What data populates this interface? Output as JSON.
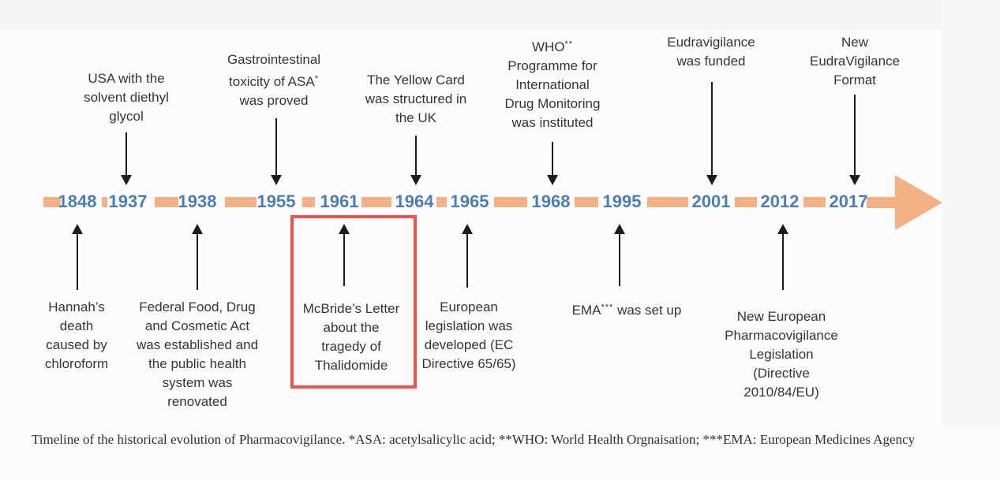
{
  "figure": {
    "caption": "Timeline of the historical evolution of Pharmacovigilance. *ASA: acetylsalicylic acid; **WHO: World Health Orgnaisation; ***EMA: European Medicines Agency"
  },
  "timeline": {
    "years": [
      "1848",
      "1937",
      "1938",
      "1955",
      "1961",
      "1964",
      "1965",
      "1968",
      "1995",
      "2001",
      "2012",
      "2017"
    ],
    "direction_icon": "right-arrow",
    "colors": {
      "segment_orange": "#f4b183",
      "year_blue": "#4a7ebb",
      "highlight_red": "#f2504b",
      "arrow_black": "#1c1c1c"
    }
  },
  "events_above": [
    {
      "year": "1937",
      "line1": "USA with the",
      "line2": "solvent diethyl",
      "line3": "glycol"
    },
    {
      "year": "1955",
      "line1": "Gastrointestinal",
      "line2_pre": "toxicity of ASA",
      "line2_sup": "*",
      "line3": "was proved"
    },
    {
      "year": "1964",
      "line1": "The Yellow Card",
      "line2": "was structured in",
      "line3": "the UK"
    },
    {
      "year": "1968",
      "line1_pre": "WHO",
      "line1_sup": "**",
      "line2": "Programme for",
      "line3": "International",
      "line4": "Drug Monitoring",
      "line5": "was instituted"
    },
    {
      "year": "2001",
      "line1": "Eudravigilance",
      "line2": "was funded"
    },
    {
      "year": "2017",
      "line1": "New",
      "line2": "EudraVigilance",
      "line3": "Format"
    }
  ],
  "events_below": [
    {
      "year": "1848",
      "line1": "Hannah’s",
      "line2": "death",
      "line3": "caused by",
      "line4": "chloroform"
    },
    {
      "year": "1938",
      "line1": "Federal Food, Drug",
      "line2": "and Cosmetic Act",
      "line3": "was established and",
      "line4": "the public health",
      "line5": "system was",
      "line6": "renovated"
    },
    {
      "year": "1961",
      "highlighted": true,
      "line1": "McBride’s Letter",
      "line2": "about the",
      "line3": "tragedy of",
      "line4": "Thalidomide"
    },
    {
      "year": "1965",
      "line1": "European",
      "line2": "legislation was",
      "line3": "developed (EC",
      "line4": "Directive 65/65)"
    },
    {
      "year": "1995",
      "line1_pre": "EMA",
      "line1_sup": "***",
      "line1_post": " was set up"
    },
    {
      "year": "2012",
      "line1": "New European",
      "line2": "Pharmacovigilance",
      "line3": "Legislation",
      "line4": "(Directive",
      "line5": "2010/84/EU)"
    }
  ]
}
